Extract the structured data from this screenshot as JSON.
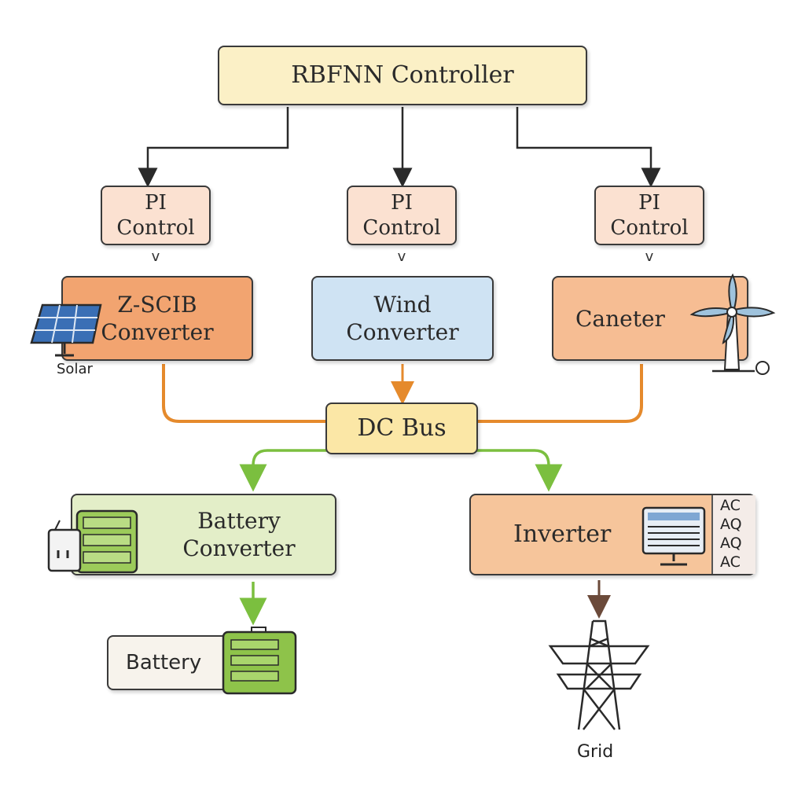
{
  "controller": {
    "label": "RBFNN Controller"
  },
  "pi_blocks": [
    {
      "line1": "PI",
      "line2": "Control"
    },
    {
      "line1": "PI",
      "line2": "Control"
    },
    {
      "line1": "PI",
      "line2": "Control"
    }
  ],
  "caret": "v",
  "converters": {
    "solar": {
      "line1": "Z-SCIB",
      "line2": "Converter",
      "icon_label": "Solar"
    },
    "wind": {
      "line1": "Wind",
      "line2": "Converter"
    },
    "right": {
      "label": "Caneter"
    }
  },
  "dc_bus": {
    "label": "DC Bus"
  },
  "battery_converter": {
    "line1": "Battery",
    "line2": "Converter"
  },
  "inverter": {
    "label": "Inverter",
    "ac_labels": [
      "AC",
      "AQ",
      "AQ",
      "AC"
    ]
  },
  "battery": {
    "label": "Battery"
  },
  "grid": {
    "label": "Grid"
  },
  "colors": {
    "orange_wire": "#e58a2c",
    "green_wire": "#7bbf3f",
    "brown_wire": "#6b4a3a",
    "black_wire": "#2a2a2a"
  }
}
